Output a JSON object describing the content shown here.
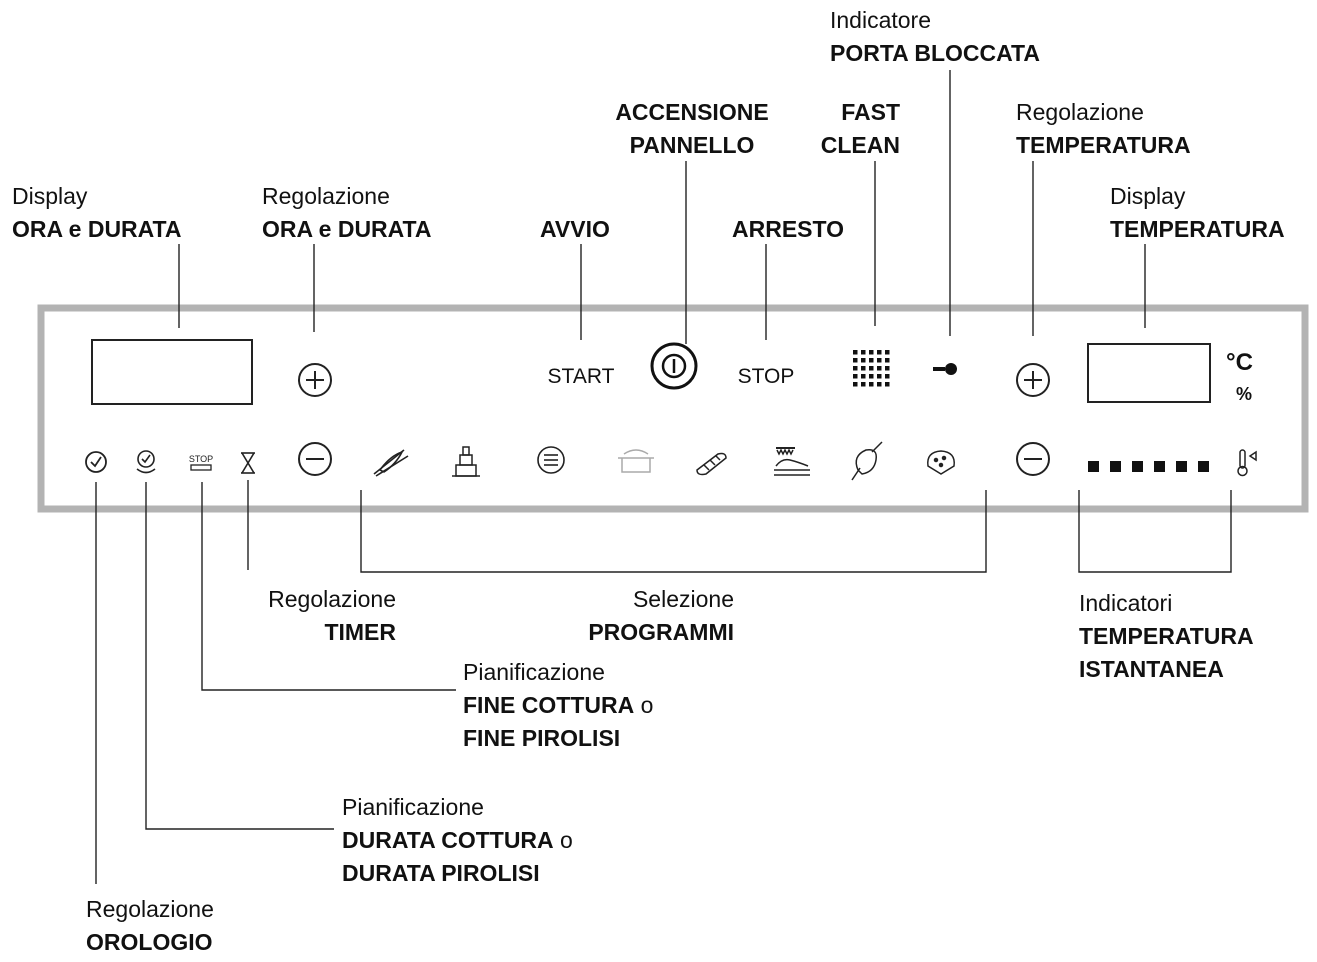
{
  "callouts": {
    "display_ora": {
      "line1": "Display",
      "line2": "ORA e DURATA"
    },
    "regolazione_ora": {
      "line1": "Regolazione",
      "line2": "ORA e DURATA"
    },
    "avvio": {
      "line1": "AVVIO"
    },
    "accensione": {
      "line1": "ACCENSIONE",
      "line2": "PANNELLO"
    },
    "arresto": {
      "line1": "ARRESTO"
    },
    "fast_clean": {
      "line1": "FAST",
      "line2": "CLEAN"
    },
    "porta": {
      "line1": "Indicatore",
      "line2": "PORTA BLOCCATA"
    },
    "regolazione_temp": {
      "line1": "Regolazione",
      "line2": "TEMPERATURA"
    },
    "display_temp": {
      "line1": "Display",
      "line2": "TEMPERATURA"
    },
    "timer": {
      "line1": "Regolazione",
      "line2": "TIMER"
    },
    "programmi": {
      "line1": "Selezione",
      "line2": "PROGRAMMI"
    },
    "indicatori_temp": {
      "line1": "Indicatori",
      "line2": "TEMPERATURA",
      "line3": "ISTANTANEA"
    },
    "fine_cottura": {
      "line1": "Pianificazione",
      "line2": "FINE COTTURA",
      "line2_suffix": "o",
      "line3": "FINE PIROLISI"
    },
    "durata_cottura": {
      "line1": "Pianificazione",
      "line2": "DURATA COTTURA",
      "line2_suffix": "o",
      "line3": "DURATA PIROLISI"
    },
    "orologio": {
      "line1": "Regolazione",
      "line2": "OROLOGIO"
    }
  },
  "panel": {
    "start_label": "START",
    "stop_label": "STOP",
    "stop_icon_text": "STOP",
    "unit_celsius": "°C",
    "unit_percent": "%",
    "temperature_level_segments": 6,
    "icons": {
      "clock": "clock-icon",
      "duration": "duration-clock-icon",
      "end": "stop-end-icon",
      "timer": "hourglass-icon",
      "minus_time": "minus-circle-icon",
      "plus_time": "plus-circle-icon",
      "power": "power-icon",
      "fast_clean": "dot-grid-icon",
      "lock": "key-icon",
      "plus_temp": "plus-circle-icon",
      "minus_temp": "minus-circle-icon",
      "thermometer": "thermometer-icon",
      "programs": [
        "grill-icon",
        "cake-icon",
        "fan-icon",
        "pot-icon",
        "roll-icon",
        "grill-heat-icon",
        "poultry-icon",
        "pizza-icon"
      ]
    }
  }
}
